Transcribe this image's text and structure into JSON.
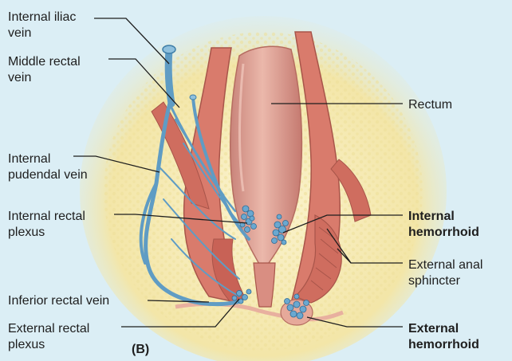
{
  "labels": {
    "internal_iliac_vein": "Internal iliac\nvein",
    "middle_rectal_vein": "Middle rectal\nvein",
    "internal_pudendal_vein": "Internal\npudendal vein",
    "internal_rectal_plexus": "Internal rectal\nplexus",
    "inferior_rectal_vein": "Inferior rectal vein",
    "external_rectal_plexus": "External rectal\nplexus",
    "rectum": "Rectum",
    "internal_hemorrhoid": "Internal\nhemorrhoid",
    "external_anal_sphincter": "External anal\nsphincter",
    "external_hemorrhoid": "External\nhemorrhoid"
  },
  "panel_label": "(B)",
  "colors": {
    "background": "#dbeef5",
    "fat": "#f3e6a8",
    "muscle": "#d97b6c",
    "mucosa": "#e4a59a",
    "vein": "#5f9cc4",
    "leader": "#1e1e1e"
  }
}
